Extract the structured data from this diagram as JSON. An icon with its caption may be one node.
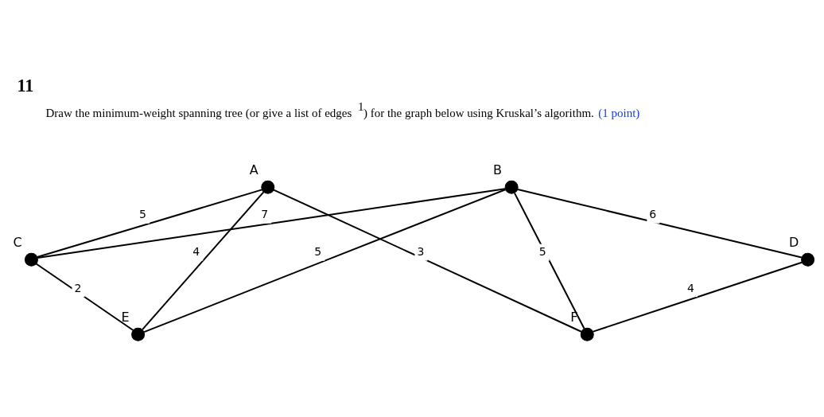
{
  "diagram": {
    "title": "11",
    "nodes": [
      {
        "text": [
          "A"
        ]
      },
      {
        "text": [
          "B"
        ]
      },
      {
        "text": [
          "C"
        ]
      },
      {
        "text": [
          "D"
        ]
      },
      {
        "text": [
          "E"
        ]
      },
      {
        "text": [
          "F"
        ]
      }
    ],
    "edges": [
      {
        "from": 0,
        "to": 2,
        "arrow": "none",
        "label": "5"
      },
      {
        "from": 2,
        "to": 1,
        "arrow": "none",
        "label": "7"
      },
      {
        "from": 0,
        "to": 4,
        "arrow": "none",
        "label": "4"
      },
      {
        "from": 0,
        "to": 5,
        "arrow": "none",
        "label": "3"
      },
      {
        "from": 2,
        "to": 4,
        "arrow": "none",
        "label": "2"
      },
      {
        "from": 4,
        "to": 1,
        "arrow": "none",
        "label": "5"
      },
      {
        "from": 1,
        "to": 5,
        "arrow": "none",
        "label": "5"
      },
      {
        "from": 1,
        "to": 3,
        "arrow": "none",
        "label": "6"
      },
      {
        "from": 3,
        "to": 5,
        "arrow": "none",
        "label": "4"
      }
    ],
    "labels": [
      "Draw the minimum-weight spanning tree (or give a list of edges$^{1}$) for the graph below using Kruskal’s algorithm.",
      "(1 point)"
    ]
  }
}
